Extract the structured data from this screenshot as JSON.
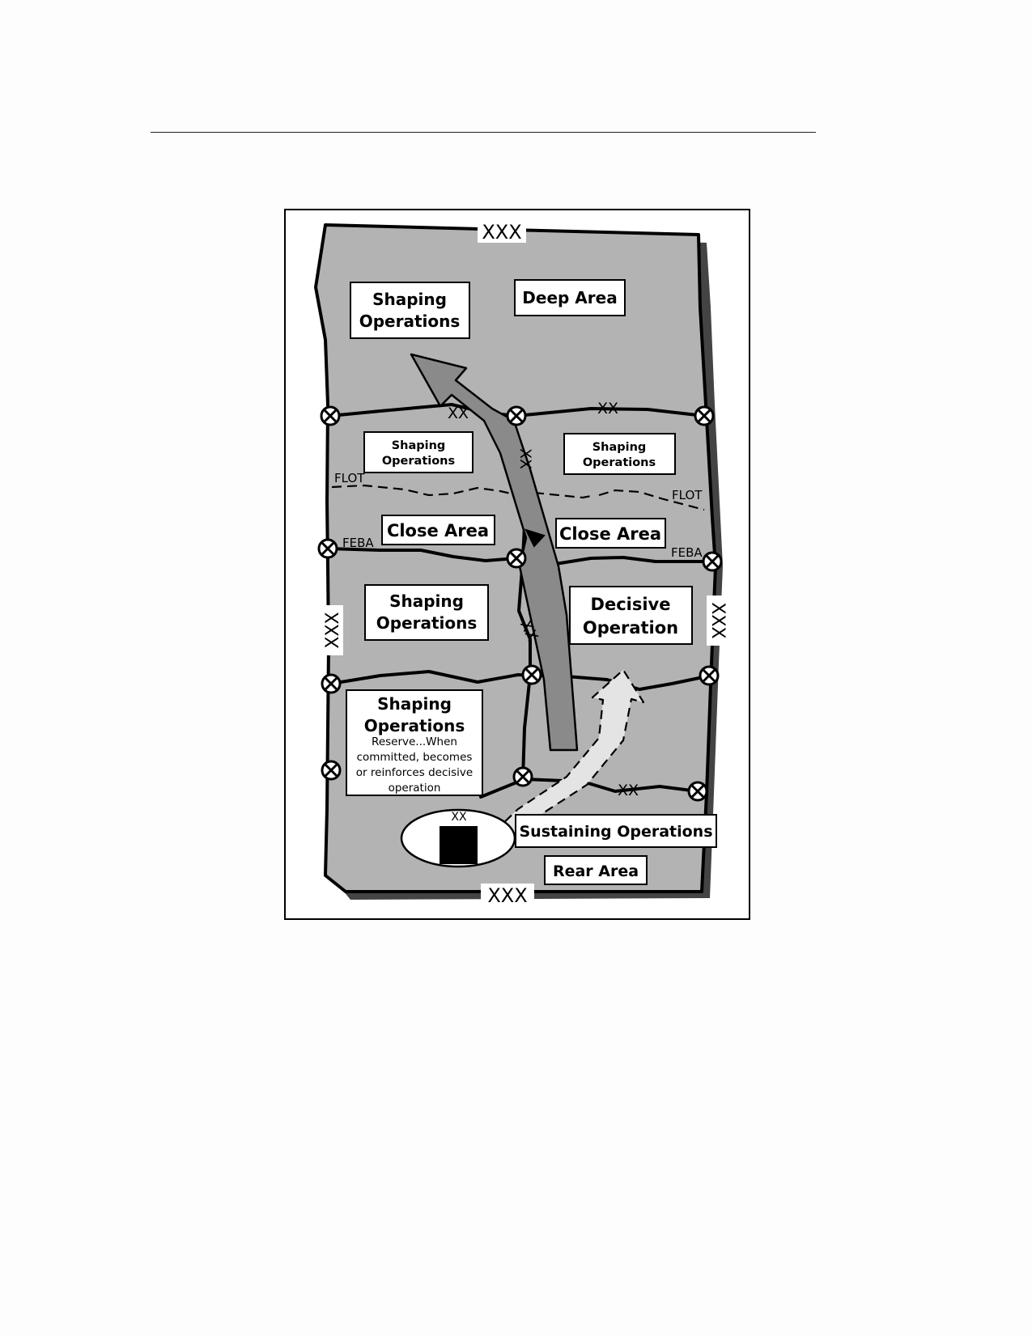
{
  "diagram": {
    "echelons": {
      "corps_top": "XXX",
      "corps_bottom": "XXX",
      "corps_left": "XXX",
      "corps_right": "XXX",
      "division_1": "XX",
      "division_2": "XX",
      "division_3": "XX",
      "division_4": "XX",
      "division_5": "XX",
      "division_unit": "XX"
    },
    "control_lines": {
      "flot_left": "FLOT",
      "flot_right": "FLOT",
      "feba_left": "FEBA",
      "feba_right": "FEBA"
    },
    "boxes": {
      "deep_shaping": [
        "Shaping",
        "Operations"
      ],
      "deep_area": "Deep Area",
      "close_shaping_left": [
        "Shaping",
        "Operations"
      ],
      "close_shaping_right": [
        "Shaping",
        "Operations"
      ],
      "close_area_left": "Close Area",
      "close_area_right": "Close Area",
      "mid_shaping": [
        "Shaping",
        "Operations"
      ],
      "decisive": [
        "Decisive",
        "Operation"
      ],
      "reserve_title": [
        "Shaping",
        "Operations"
      ],
      "reserve_note": [
        "Reserve...When",
        "committed, becomes",
        "or reinforces decisive",
        "operation"
      ],
      "sustaining": "Sustaining Operations",
      "rear_area": "Rear Area"
    }
  }
}
